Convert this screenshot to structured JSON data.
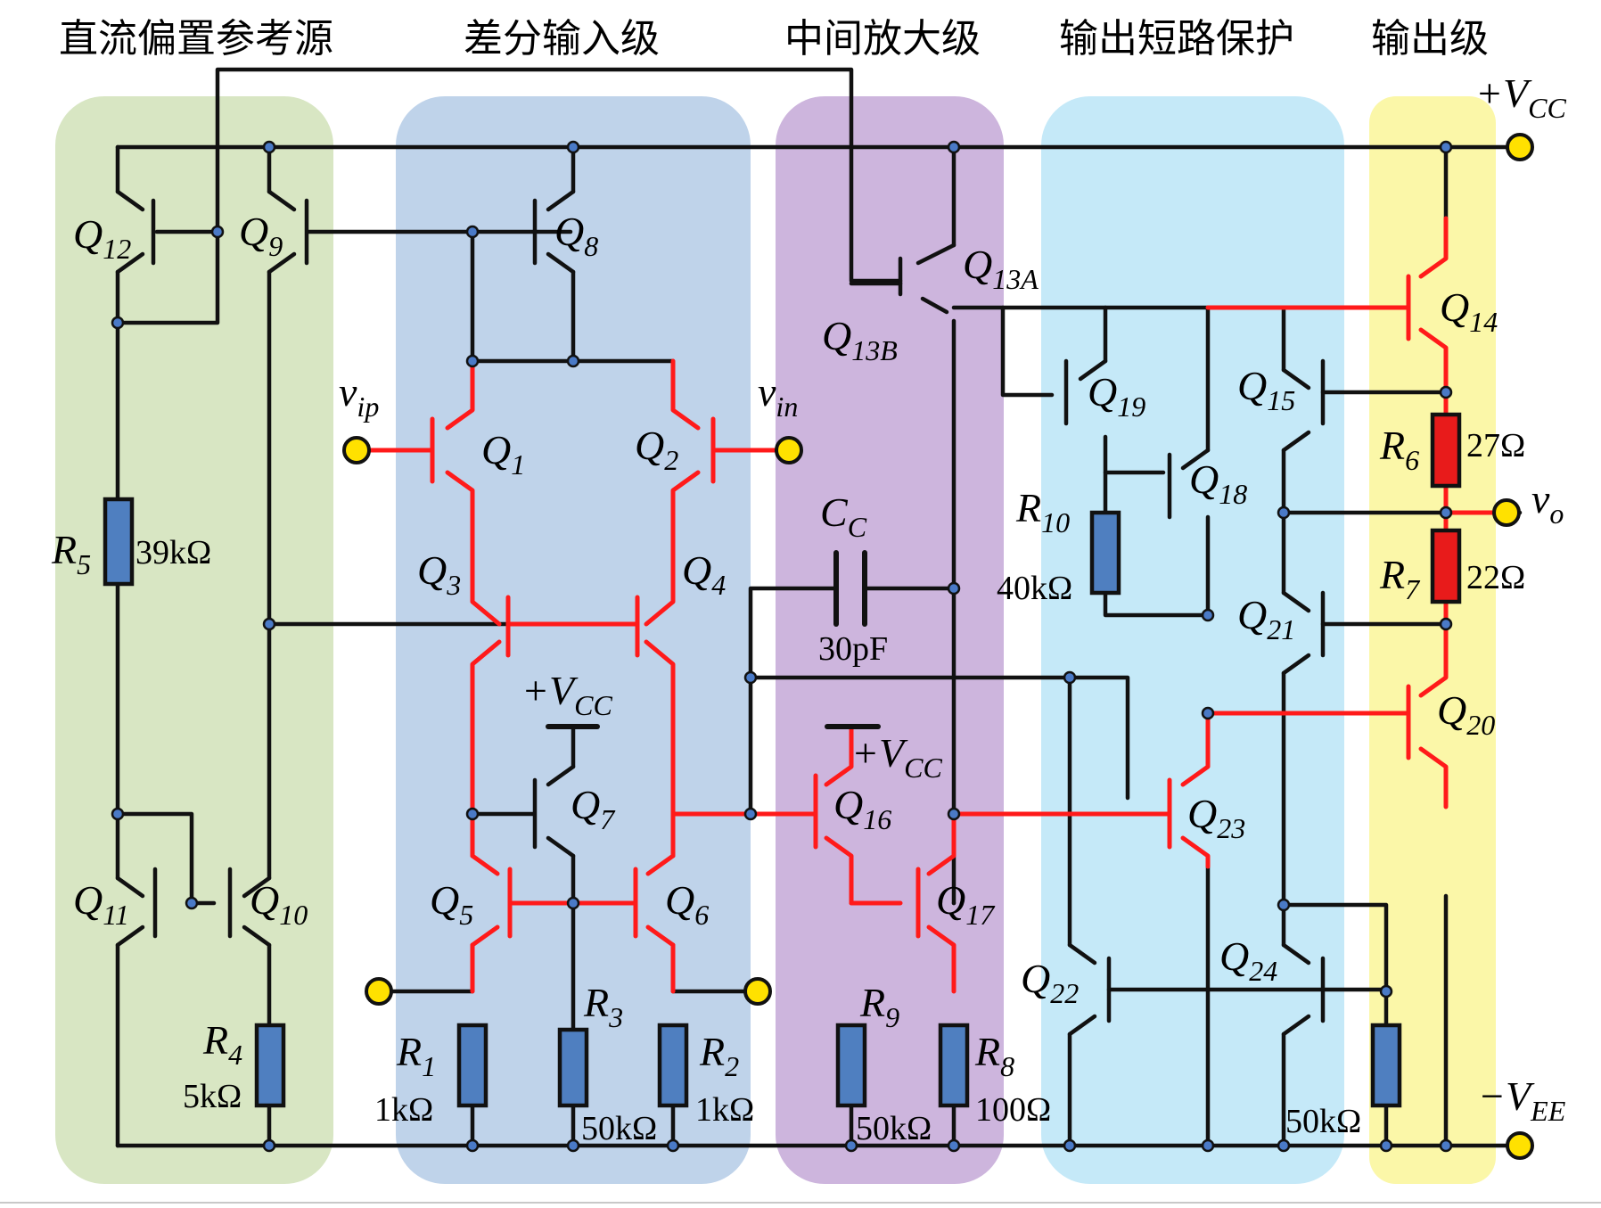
{
  "sections": [
    {
      "title": "直流偏置参考源",
      "color": "#d8e6c3"
    },
    {
      "title": "差分输入级",
      "color": "#bfd3ea"
    },
    {
      "title": "中间放大级",
      "color": "#cdb5dd"
    },
    {
      "title": "输出短路保护",
      "color": "#c5e9f8"
    },
    {
      "title": "输出级",
      "color": "#fbf7a8"
    }
  ],
  "transistors": [
    {
      "id": "Q12",
      "main": "Q",
      "sub": "12"
    },
    {
      "id": "Q9",
      "main": "Q",
      "sub": "9"
    },
    {
      "id": "Q8",
      "main": "Q",
      "sub": "8"
    },
    {
      "id": "Q13A",
      "main": "Q",
      "sub": "13A"
    },
    {
      "id": "Q13B",
      "main": "Q",
      "sub": "13B"
    },
    {
      "id": "Q1",
      "main": "Q",
      "sub": "1"
    },
    {
      "id": "Q2",
      "main": "Q",
      "sub": "2"
    },
    {
      "id": "Q3",
      "main": "Q",
      "sub": "3"
    },
    {
      "id": "Q4",
      "main": "Q",
      "sub": "4"
    },
    {
      "id": "Q7",
      "main": "Q",
      "sub": "7"
    },
    {
      "id": "Q5",
      "main": "Q",
      "sub": "5"
    },
    {
      "id": "Q6",
      "main": "Q",
      "sub": "6"
    },
    {
      "id": "Q11",
      "main": "Q",
      "sub": "11"
    },
    {
      "id": "Q10",
      "main": "Q",
      "sub": "10"
    },
    {
      "id": "Q16",
      "main": "Q",
      "sub": "16"
    },
    {
      "id": "Q17",
      "main": "Q",
      "sub": "17"
    },
    {
      "id": "Q19",
      "main": "Q",
      "sub": "19"
    },
    {
      "id": "Q18",
      "main": "Q",
      "sub": "18"
    },
    {
      "id": "Q23",
      "main": "Q",
      "sub": "23"
    },
    {
      "id": "Q22",
      "main": "Q",
      "sub": "22"
    },
    {
      "id": "Q24",
      "main": "Q",
      "sub": "24"
    },
    {
      "id": "Q15",
      "main": "Q",
      "sub": "15"
    },
    {
      "id": "Q21",
      "main": "Q",
      "sub": "21"
    },
    {
      "id": "Q14",
      "main": "Q",
      "sub": "14"
    },
    {
      "id": "Q20",
      "main": "Q",
      "sub": "20"
    }
  ],
  "resistors": [
    {
      "id": "R5",
      "main": "R",
      "sub": "5",
      "value": "39kΩ"
    },
    {
      "id": "R4",
      "main": "R",
      "sub": "4",
      "value": "5kΩ"
    },
    {
      "id": "R1",
      "main": "R",
      "sub": "1",
      "value": "1kΩ"
    },
    {
      "id": "R3",
      "main": "R",
      "sub": "3",
      "value": "50kΩ"
    },
    {
      "id": "R2",
      "main": "R",
      "sub": "2",
      "value": "1kΩ"
    },
    {
      "id": "R9",
      "main": "R",
      "sub": "9",
      "value": "50kΩ"
    },
    {
      "id": "R8",
      "main": "R",
      "sub": "8",
      "value": "100Ω"
    },
    {
      "id": "R10",
      "main": "R",
      "sub": "10",
      "value": "40kΩ"
    },
    {
      "id": "R_unnamed",
      "main": "",
      "sub": "",
      "value": "50kΩ"
    },
    {
      "id": "R6",
      "main": "R",
      "sub": "6",
      "value": "27Ω"
    },
    {
      "id": "R7",
      "main": "R",
      "sub": "7",
      "value": "22Ω"
    }
  ],
  "capacitor": {
    "main": "C",
    "sub": "C",
    "value": "30pF"
  },
  "supplies": {
    "vcc_main": "+V",
    "vcc_sub": "CC",
    "vee_main": "−V",
    "vee_sub": "EE"
  },
  "signals": {
    "vip_main": "v",
    "vip_sub": "ip",
    "vin_main": "v",
    "vin_sub": "in",
    "vo_main": "v",
    "vo_sub": "o"
  },
  "colors": {
    "wire": "#111111",
    "highlight_wire": "#ff1a1a",
    "node": "#4a7ac7",
    "terminal": "#ffe100",
    "resistor": "#4f7fc0",
    "resistor_highlight": "#e81b1b"
  }
}
